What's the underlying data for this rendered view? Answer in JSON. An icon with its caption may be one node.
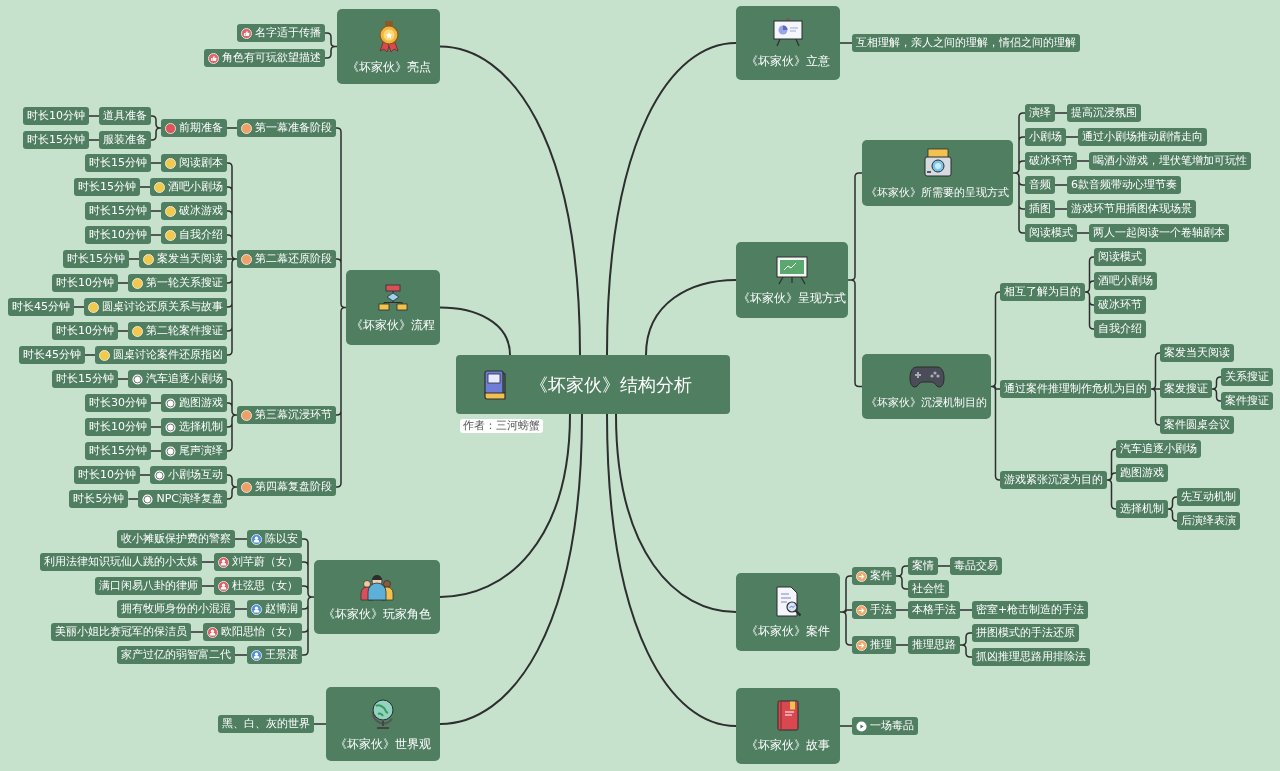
{
  "diagram": {
    "nodes": [
      {
        "text": [
          "《坏家伙》结构分析"
        ],
        "beside": [
          "作者：三河螃蟹"
        ]
      },
      {
        "text": [
          "《坏家伙》亮点"
        ]
      },
      {
        "text": [
          "名字适于传播"
        ]
      },
      {
        "text": [
          "角色有可玩欲望描述"
        ]
      },
      {
        "text": [
          "《坏家伙》流程"
        ]
      },
      {
        "text": [
          "第一幕准备阶段"
        ]
      },
      {
        "text": [
          "前期准备"
        ]
      },
      {
        "text": [
          "道具准备"
        ]
      },
      {
        "text": [
          "时长10分钟"
        ]
      },
      {
        "text": [
          "服装准备"
        ]
      },
      {
        "text": [
          "时长15分钟"
        ]
      },
      {
        "text": [
          "第二幕还原阶段"
        ]
      },
      {
        "text": [
          "阅读剧本"
        ]
      },
      {
        "text": [
          "时长15分钟"
        ]
      },
      {
        "text": [
          "酒吧小剧场"
        ]
      },
      {
        "text": [
          "时长15分钟"
        ]
      },
      {
        "text": [
          "破冰游戏"
        ]
      },
      {
        "text": [
          "时长15分钟"
        ]
      },
      {
        "text": [
          "自我介绍"
        ]
      },
      {
        "text": [
          "时长10分钟"
        ]
      },
      {
        "text": [
          "案发当天阅读"
        ]
      },
      {
        "text": [
          "时长15分钟"
        ]
      },
      {
        "text": [
          "第一轮关系搜证"
        ]
      },
      {
        "text": [
          "时长10分钟"
        ]
      },
      {
        "text": [
          "圆桌讨论还原关系与故事"
        ]
      },
      {
        "text": [
          "时长45分钟"
        ]
      },
      {
        "text": [
          "第二轮案件搜证"
        ]
      },
      {
        "text": [
          "时长10分钟"
        ]
      },
      {
        "text": [
          "圆桌讨论案件还原指凶"
        ]
      },
      {
        "text": [
          "时长45分钟"
        ]
      },
      {
        "text": [
          "第三幕沉浸环节"
        ]
      },
      {
        "text": [
          "汽车追逐小剧场"
        ]
      },
      {
        "text": [
          "时长15分钟"
        ]
      },
      {
        "text": [
          "跑图游戏"
        ]
      },
      {
        "text": [
          "时长30分钟"
        ]
      },
      {
        "text": [
          "选择机制"
        ]
      },
      {
        "text": [
          "时长10分钟"
        ]
      },
      {
        "text": [
          "尾声演绎"
        ]
      },
      {
        "text": [
          "时长15分钟"
        ]
      },
      {
        "text": [
          "第四幕复盘阶段"
        ]
      },
      {
        "text": [
          "小剧场互动"
        ]
      },
      {
        "text": [
          "时长10分钟"
        ]
      },
      {
        "text": [
          "NPC演绎复盘"
        ]
      },
      {
        "text": [
          "时长5分钟"
        ]
      },
      {
        "text": [
          "《坏家伙》玩家角色"
        ]
      },
      {
        "text": [
          "陈以安"
        ]
      },
      {
        "text": [
          "收小摊贩保护费的警察"
        ]
      },
      {
        "text": [
          "刘芊蔚（女）"
        ]
      },
      {
        "text": [
          "利用法律知识玩仙人跳的小太妹"
        ]
      },
      {
        "text": [
          "杜弦思（女）"
        ]
      },
      {
        "text": [
          "满口闲易八卦的律师"
        ]
      },
      {
        "text": [
          "赵博润"
        ]
      },
      {
        "text": [
          "拥有牧师身份的小混混"
        ]
      },
      {
        "text": [
          "欧阳思怡（女）"
        ]
      },
      {
        "text": [
          "美丽小姐比赛冠军的保洁员"
        ]
      },
      {
        "text": [
          "王景湛"
        ]
      },
      {
        "text": [
          "家产过亿的弱智富二代"
        ]
      },
      {
        "text": [
          "《坏家伙》世界观"
        ]
      },
      {
        "text": [
          "黑、白、灰的世界"
        ]
      },
      {
        "text": [
          "《坏家伙》立意"
        ]
      },
      {
        "text": [
          "互相理解，亲人之间的理解，情侣之间的理解"
        ]
      },
      {
        "text": [
          "《坏家伙》呈现方式"
        ]
      },
      {
        "text": [
          "《坏家伙》所需要的呈现方式"
        ]
      },
      {
        "text": [
          "演绎"
        ]
      },
      {
        "text": [
          "提高沉浸氛围"
        ]
      },
      {
        "text": [
          "小剧场"
        ]
      },
      {
        "text": [
          "通过小剧场推动剧情走向"
        ]
      },
      {
        "text": [
          "破冰环节"
        ]
      },
      {
        "text": [
          "喝酒小游戏，埋伏笔增加可玩性"
        ]
      },
      {
        "text": [
          "音频"
        ]
      },
      {
        "text": [
          "6款音频带动心理节奏"
        ]
      },
      {
        "text": [
          "插图"
        ]
      },
      {
        "text": [
          "游戏环节用插图体现场景"
        ]
      },
      {
        "text": [
          "阅读模式"
        ]
      },
      {
        "text": [
          "两人一起阅读一个卷轴剧本"
        ]
      },
      {
        "text": [
          "《坏家伙》沉浸机制目的"
        ]
      },
      {
        "text": [
          "相互了解为目的"
        ]
      },
      {
        "text": [
          "阅读模式"
        ]
      },
      {
        "text": [
          "酒吧小剧场"
        ]
      },
      {
        "text": [
          "破冰环节"
        ]
      },
      {
        "text": [
          "自我介绍"
        ]
      },
      {
        "text": [
          "通过案件推理制作危机为目的"
        ]
      },
      {
        "text": [
          "案发当天阅读"
        ]
      },
      {
        "text": [
          "案发搜证"
        ]
      },
      {
        "text": [
          "关系搜证"
        ]
      },
      {
        "text": [
          "案件搜证"
        ]
      },
      {
        "text": [
          "案件圆桌会议"
        ]
      },
      {
        "text": [
          "游戏紧张沉浸为目的"
        ]
      },
      {
        "text": [
          "汽车追逐小剧场"
        ]
      },
      {
        "text": [
          "跑图游戏"
        ]
      },
      {
        "text": [
          "选择机制"
        ]
      },
      {
        "text": [
          "先互动机制"
        ]
      },
      {
        "text": [
          "后演绎表演"
        ]
      },
      {
        "text": [
          "《坏家伙》案件"
        ]
      },
      {
        "text": [
          "案件"
        ]
      },
      {
        "text": [
          "案情"
        ]
      },
      {
        "text": [
          "毒品交易"
        ]
      },
      {
        "text": [
          "社会性"
        ]
      },
      {
        "text": [
          "手法"
        ]
      },
      {
        "text": [
          "本格手法"
        ]
      },
      {
        "text": [
          "密室+枪击制造的手法"
        ]
      },
      {
        "text": [
          "推理"
        ]
      },
      {
        "text": [
          "推理思路"
        ]
      },
      {
        "text": [
          "拼图模式的手法还原"
        ]
      },
      {
        "text": [
          "抓凶推理思路用排除法"
        ]
      },
      {
        "text": [
          "《坏家伙》故事"
        ]
      },
      {
        "text": [
          "一场毒品"
        ]
      }
    ],
    "edges": [
      {
        "from": 0,
        "to": 1,
        "arrow": "none"
      },
      {
        "from": 1,
        "to": 2,
        "arrow": "none"
      },
      {
        "from": 1,
        "to": 3,
        "arrow": "none"
      },
      {
        "from": 0,
        "to": 4,
        "arrow": "none"
      },
      {
        "from": 4,
        "to": 5,
        "arrow": "none"
      },
      {
        "from": 5,
        "to": 6,
        "arrow": "none"
      },
      {
        "from": 6,
        "to": 7,
        "arrow": "none"
      },
      {
        "from": 7,
        "to": 8,
        "arrow": "none"
      },
      {
        "from": 6,
        "to": 9,
        "arrow": "none"
      },
      {
        "from": 9,
        "to": 10,
        "arrow": "none"
      },
      {
        "from": 4,
        "to": 11,
        "arrow": "none"
      },
      {
        "from": 11,
        "to": 12,
        "arrow": "none"
      },
      {
        "from": 12,
        "to": 13,
        "arrow": "none"
      },
      {
        "from": 11,
        "to": 14,
        "arrow": "none"
      },
      {
        "from": 14,
        "to": 15,
        "arrow": "none"
      },
      {
        "from": 11,
        "to": 16,
        "arrow": "none"
      },
      {
        "from": 16,
        "to": 17,
        "arrow": "none"
      },
      {
        "from": 11,
        "to": 18,
        "arrow": "none"
      },
      {
        "from": 18,
        "to": 19,
        "arrow": "none"
      },
      {
        "from": 11,
        "to": 20,
        "arrow": "none"
      },
      {
        "from": 20,
        "to": 21,
        "arrow": "none"
      },
      {
        "from": 11,
        "to": 22,
        "arrow": "none"
      },
      {
        "from": 22,
        "to": 23,
        "arrow": "none"
      },
      {
        "from": 11,
        "to": 24,
        "arrow": "none"
      },
      {
        "from": 24,
        "to": 25,
        "arrow": "none"
      },
      {
        "from": 11,
        "to": 26,
        "arrow": "none"
      },
      {
        "from": 26,
        "to": 27,
        "arrow": "none"
      },
      {
        "from": 11,
        "to": 28,
        "arrow": "none"
      },
      {
        "from": 28,
        "to": 29,
        "arrow": "none"
      },
      {
        "from": 4,
        "to": 30,
        "arrow": "none"
      },
      {
        "from": 30,
        "to": 31,
        "arrow": "none"
      },
      {
        "from": 31,
        "to": 32,
        "arrow": "none"
      },
      {
        "from": 30,
        "to": 33,
        "arrow": "none"
      },
      {
        "from": 33,
        "to": 34,
        "arrow": "none"
      },
      {
        "from": 30,
        "to": 35,
        "arrow": "none"
      },
      {
        "from": 35,
        "to": 36,
        "arrow": "none"
      },
      {
        "from": 30,
        "to": 37,
        "arrow": "none"
      },
      {
        "from": 37,
        "to": 38,
        "arrow": "none"
      },
      {
        "from": 4,
        "to": 39,
        "arrow": "none"
      },
      {
        "from": 39,
        "to": 40,
        "arrow": "none"
      },
      {
        "from": 40,
        "to": 41,
        "arrow": "none"
      },
      {
        "from": 39,
        "to": 42,
        "arrow": "none"
      },
      {
        "from": 42,
        "to": 43,
        "arrow": "none"
      },
      {
        "from": 0,
        "to": 44,
        "arrow": "none"
      },
      {
        "from": 44,
        "to": 45,
        "arrow": "none"
      },
      {
        "from": 45,
        "to": 46,
        "arrow": "none"
      },
      {
        "from": 44,
        "to": 47,
        "arrow": "none"
      },
      {
        "from": 47,
        "to": 48,
        "arrow": "none"
      },
      {
        "from": 44,
        "to": 49,
        "arrow": "none"
      },
      {
        "from": 49,
        "to": 50,
        "arrow": "none"
      },
      {
        "from": 44,
        "to": 51,
        "arrow": "none"
      },
      {
        "from": 51,
        "to": 52,
        "arrow": "none"
      },
      {
        "from": 44,
        "to": 53,
        "arrow": "none"
      },
      {
        "from": 53,
        "to": 54,
        "arrow": "none"
      },
      {
        "from": 44,
        "to": 55,
        "arrow": "none"
      },
      {
        "from": 55,
        "to": 56,
        "arrow": "none"
      },
      {
        "from": 0,
        "to": 57,
        "arrow": "none"
      },
      {
        "from": 57,
        "to": 58,
        "arrow": "none"
      },
      {
        "from": 0,
        "to": 59,
        "arrow": "none"
      },
      {
        "from": 59,
        "to": 60,
        "arrow": "none"
      },
      {
        "from": 0,
        "to": 61,
        "arrow": "none"
      },
      {
        "from": 61,
        "to": 62,
        "arrow": "none"
      },
      {
        "from": 62,
        "to": 63,
        "arrow": "none"
      },
      {
        "from": 63,
        "to": 64,
        "arrow": "none"
      },
      {
        "from": 62,
        "to": 65,
        "arrow": "none"
      },
      {
        "from": 65,
        "to": 66,
        "arrow": "none"
      },
      {
        "from": 62,
        "to": 67,
        "arrow": "none"
      },
      {
        "from": 67,
        "to": 68,
        "arrow": "none"
      },
      {
        "from": 62,
        "to": 69,
        "arrow": "none"
      },
      {
        "from": 69,
        "to": 70,
        "arrow": "none"
      },
      {
        "from": 62,
        "to": 71,
        "arrow": "none"
      },
      {
        "from": 71,
        "to": 72,
        "arrow": "none"
      },
      {
        "from": 62,
        "to": 73,
        "arrow": "none"
      },
      {
        "from": 73,
        "to": 74,
        "arrow": "none"
      },
      {
        "from": 61,
        "to": 75,
        "arrow": "none"
      },
      {
        "from": 75,
        "to": 76,
        "arrow": "none"
      },
      {
        "from": 76,
        "to": 77,
        "arrow": "none"
      },
      {
        "from": 76,
        "to": 78,
        "arrow": "none"
      },
      {
        "from": 76,
        "to": 79,
        "arrow": "none"
      },
      {
        "from": 76,
        "to": 80,
        "arrow": "none"
      },
      {
        "from": 75,
        "to": 81,
        "arrow": "none"
      },
      {
        "from": 81,
        "to": 82,
        "arrow": "none"
      },
      {
        "from": 81,
        "to": 83,
        "arrow": "none"
      },
      {
        "from": 83,
        "to": 84,
        "arrow": "none"
      },
      {
        "from": 83,
        "to": 85,
        "arrow": "none"
      },
      {
        "from": 81,
        "to": 86,
        "arrow": "none"
      },
      {
        "from": 75,
        "to": 87,
        "arrow": "none"
      },
      {
        "from": 87,
        "to": 88,
        "arrow": "none"
      },
      {
        "from": 87,
        "to": 89,
        "arrow": "none"
      },
      {
        "from": 87,
        "to": 90,
        "arrow": "none"
      },
      {
        "from": 90,
        "to": 91,
        "arrow": "none"
      },
      {
        "from": 90,
        "to": 92,
        "arrow": "none"
      },
      {
        "from": 0,
        "to": 93,
        "arrow": "none"
      },
      {
        "from": 93,
        "to": 94,
        "arrow": "none"
      },
      {
        "from": 94,
        "to": 95,
        "arrow": "none"
      },
      {
        "from": 95,
        "to": 96,
        "arrow": "none"
      },
      {
        "from": 94,
        "to": 97,
        "arrow": "none"
      },
      {
        "from": 93,
        "to": 98,
        "arrow": "none"
      },
      {
        "from": 98,
        "to": 99,
        "arrow": "none"
      },
      {
        "from": 99,
        "to": 100,
        "arrow": "none"
      },
      {
        "from": 93,
        "to": 101,
        "arrow": "none"
      },
      {
        "from": 101,
        "to": 102,
        "arrow": "none"
      },
      {
        "from": 102,
        "to": 103,
        "arrow": "none"
      },
      {
        "from": 102,
        "to": 104,
        "arrow": "none"
      },
      {
        "from": 0,
        "to": 105,
        "arrow": "none"
      },
      {
        "from": 105,
        "to": 106,
        "arrow": "none"
      }
    ]
  }
}
